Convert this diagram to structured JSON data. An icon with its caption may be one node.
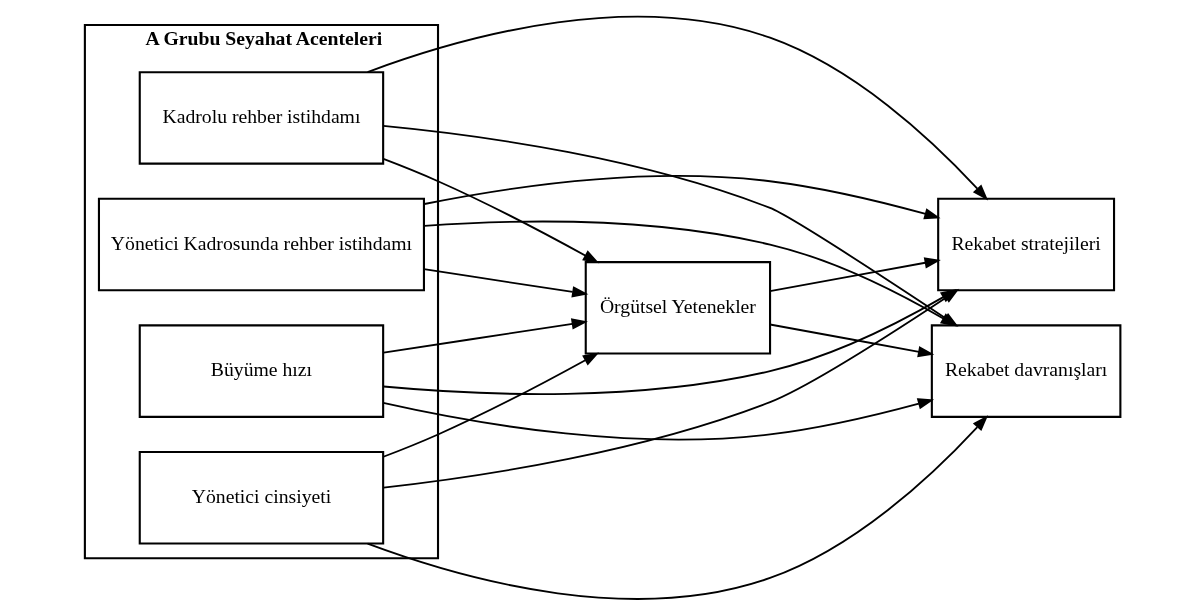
{
  "diagram": {
    "nodes": [
      {
        "text": [
          "A Grubu Seyahat Acenteleri"
        ]
      },
      {
        "text": [
          "Kadrolu rehber istihdamı"
        ],
        "in": 0
      },
      {
        "text": [
          "Yönetici Kadrosunda rehber istihdamı"
        ],
        "in": 0
      },
      {
        "text": [
          "Büyüme hızı"
        ],
        "in": 0
      },
      {
        "text": [
          "Yönetici cinsiyeti"
        ],
        "in": 0
      },
      {
        "text": [
          "Örgütsel Yetenekler"
        ]
      },
      {
        "text": [
          "Rekabet stratejileri"
        ]
      },
      {
        "text": [
          "Rekabet davranışları"
        ]
      }
    ],
    "edges": [
      {
        "from": 1,
        "to": 5,
        "arrow": "to"
      },
      {
        "from": 1,
        "to": 6,
        "arrow": "to"
      },
      {
        "from": 1,
        "to": 7,
        "arrow": "to"
      },
      {
        "from": 2,
        "to": 5,
        "arrow": "to"
      },
      {
        "from": 2,
        "to": 6,
        "arrow": "to"
      },
      {
        "from": 2,
        "to": 7,
        "arrow": "to"
      },
      {
        "from": 3,
        "to": 5,
        "arrow": "to"
      },
      {
        "from": 3,
        "to": 6,
        "arrow": "to"
      },
      {
        "from": 3,
        "to": 7,
        "arrow": "to"
      },
      {
        "from": 4,
        "to": 5,
        "arrow": "to"
      },
      {
        "from": 4,
        "to": 6,
        "arrow": "to"
      },
      {
        "from": 4,
        "to": 7,
        "arrow": "to"
      },
      {
        "from": 5,
        "to": 6,
        "arrow": "to"
      },
      {
        "from": 5,
        "to": 7,
        "arrow": "to"
      }
    ]
  }
}
